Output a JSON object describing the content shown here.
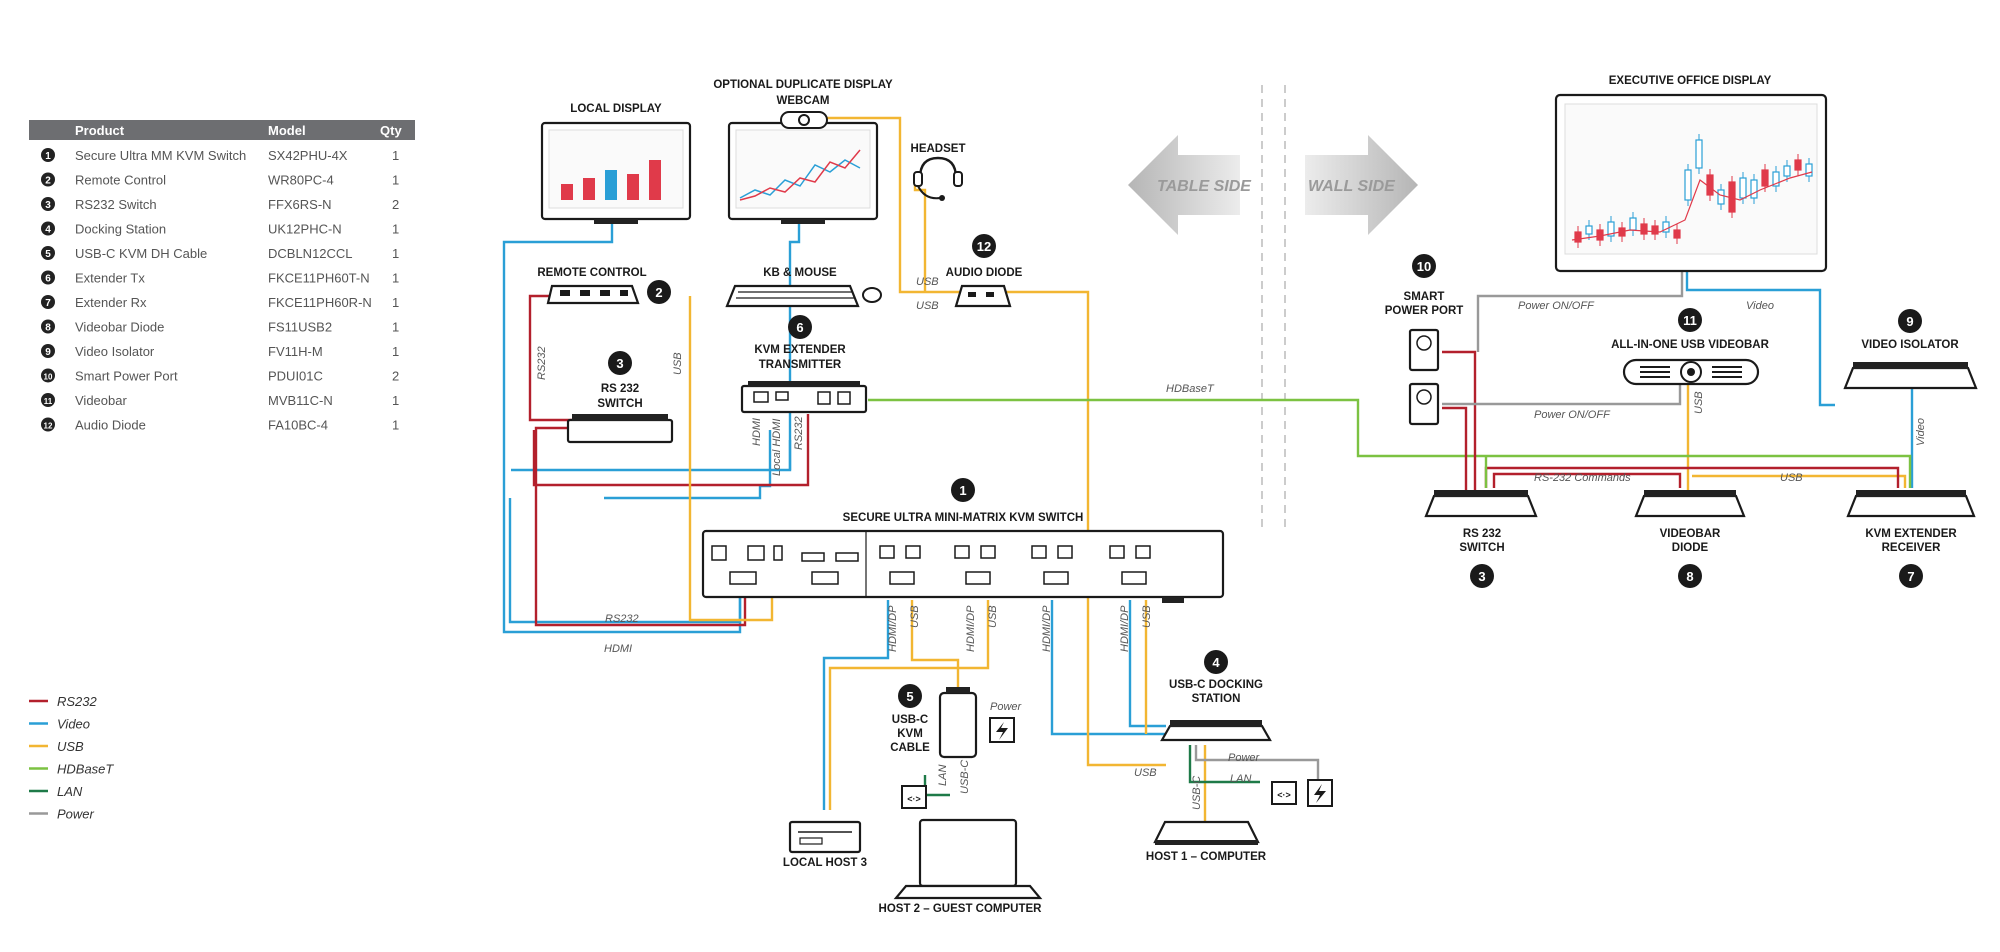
{
  "colors": {
    "rs232": "#b3202c",
    "video": "#2a9fd6",
    "usb": "#f2b632",
    "hdbaset": "#7cc242",
    "lan": "#1e7a48",
    "power": "#999999"
  },
  "table": {
    "headers": [
      "Product",
      "Model",
      "Qty"
    ],
    "rows": [
      {
        "n": "1",
        "product": "Secure Ultra MM KVM Switch",
        "model": "SX42PHU-4X",
        "qty": "1"
      },
      {
        "n": "2",
        "product": "Remote Control",
        "model": "WR80PC-4",
        "qty": "1"
      },
      {
        "n": "3",
        "product": "RS232 Switch",
        "model": "FFX6RS-N",
        "qty": "2"
      },
      {
        "n": "4",
        "product": "Docking Station",
        "model": "UK12PHC-N",
        "qty": "1"
      },
      {
        "n": "5",
        "product": "USB-C KVM DH Cable",
        "model": "DCBLN12CCL",
        "qty": "1"
      },
      {
        "n": "6",
        "product": "Extender Tx",
        "model": "FKCE11PH60T-N",
        "qty": "1"
      },
      {
        "n": "7",
        "product": "Extender Rx",
        "model": "FKCE11PH60R-N",
        "qty": "1"
      },
      {
        "n": "8",
        "product": "Videobar Diode",
        "model": "FS11USB2",
        "qty": "1"
      },
      {
        "n": "9",
        "product": "Video Isolator",
        "model": "FV11H-M",
        "qty": "1"
      },
      {
        "n": "10",
        "product": "Smart Power Port",
        "model": "PDUI01C",
        "qty": "2"
      },
      {
        "n": "11",
        "product": "Videobar",
        "model": "MVB11C-N",
        "qty": "1"
      },
      {
        "n": "12",
        "product": "Audio Diode",
        "model": "FA10BC-4",
        "qty": "1"
      }
    ]
  },
  "legend": [
    {
      "label": "RS232",
      "color": "#b3202c"
    },
    {
      "label": "Video",
      "color": "#2a9fd6"
    },
    {
      "label": "USB",
      "color": "#f2b632"
    },
    {
      "label": "HDBaseT",
      "color": "#7cc242"
    },
    {
      "label": "LAN",
      "color": "#1e7a48"
    },
    {
      "label": "Power",
      "color": "#999999"
    }
  ],
  "zones": {
    "table_side": "TABLE SIDE",
    "wall_side": "WALL SIDE"
  },
  "labels": {
    "local_display": "LOCAL DISPLAY",
    "optional_display": "OPTIONAL DUPLICATE DISPLAY",
    "webcam": "WEBCAM",
    "headset": "HEADSET",
    "remote_control": "REMOTE CONTROL",
    "kb_mouse": "KB & MOUSE",
    "audio_diode": "AUDIO DIODE",
    "kvm_tx_1": "KVM EXTENDER",
    "kvm_tx_2": "TRANSMITTER",
    "rs232_switch_1": "RS 232",
    "rs232_switch_2": "SWITCH",
    "kvm_switch": "SECURE ULTRA MINI-MATRIX KVM SWITCH",
    "usbc_cable_1": "USB-C",
    "usbc_cable_2": "KVM",
    "usbc_cable_3": "CABLE",
    "docking_1": "USB-C DOCKING",
    "docking_2": "STATION",
    "local_host_3": "LOCAL HOST 3",
    "host1": "HOST 1 – COMPUTER",
    "host2": "HOST 2 – GUEST COMPUTER",
    "exec_display": "EXECUTIVE OFFICE DISPLAY",
    "smart_power_1": "SMART",
    "smart_power_2": "POWER PORT",
    "videobar": "ALL-IN-ONE USB VIDEOBAR",
    "video_isolator": "VIDEO ISOLATOR",
    "rs232_switch_r1": "RS 232",
    "rs232_switch_r2": "SWITCH",
    "videobar_diode_1": "VIDEOBAR",
    "videobar_diode_2": "DIODE",
    "kvm_rx_1": "KVM EXTENDER",
    "kvm_rx_2": "RECEIVER"
  },
  "wire_labels": {
    "usb": "USB",
    "rs232": "RS232",
    "hdmi": "HDMI",
    "local_hdmi": "Local HDMI",
    "hdmi_dp": "HDMI/DP",
    "hdbaset": "HDBaseT",
    "power": "Power",
    "power_onoff": "Power ON/OFF",
    "video": "Video",
    "rs232_commands": "RS-232 Commands",
    "lan": "LAN",
    "usbc": "USB-C"
  },
  "callouts": {
    "kvm_switch": "1",
    "remote_control": "2",
    "rs232_switch": "3",
    "docking": "4",
    "usbc_cable": "5",
    "kvm_tx": "6",
    "kvm_rx": "7",
    "videobar_diode": "8",
    "video_isolator": "9",
    "smart_power": "10",
    "videobar": "11",
    "audio_diode": "12"
  }
}
